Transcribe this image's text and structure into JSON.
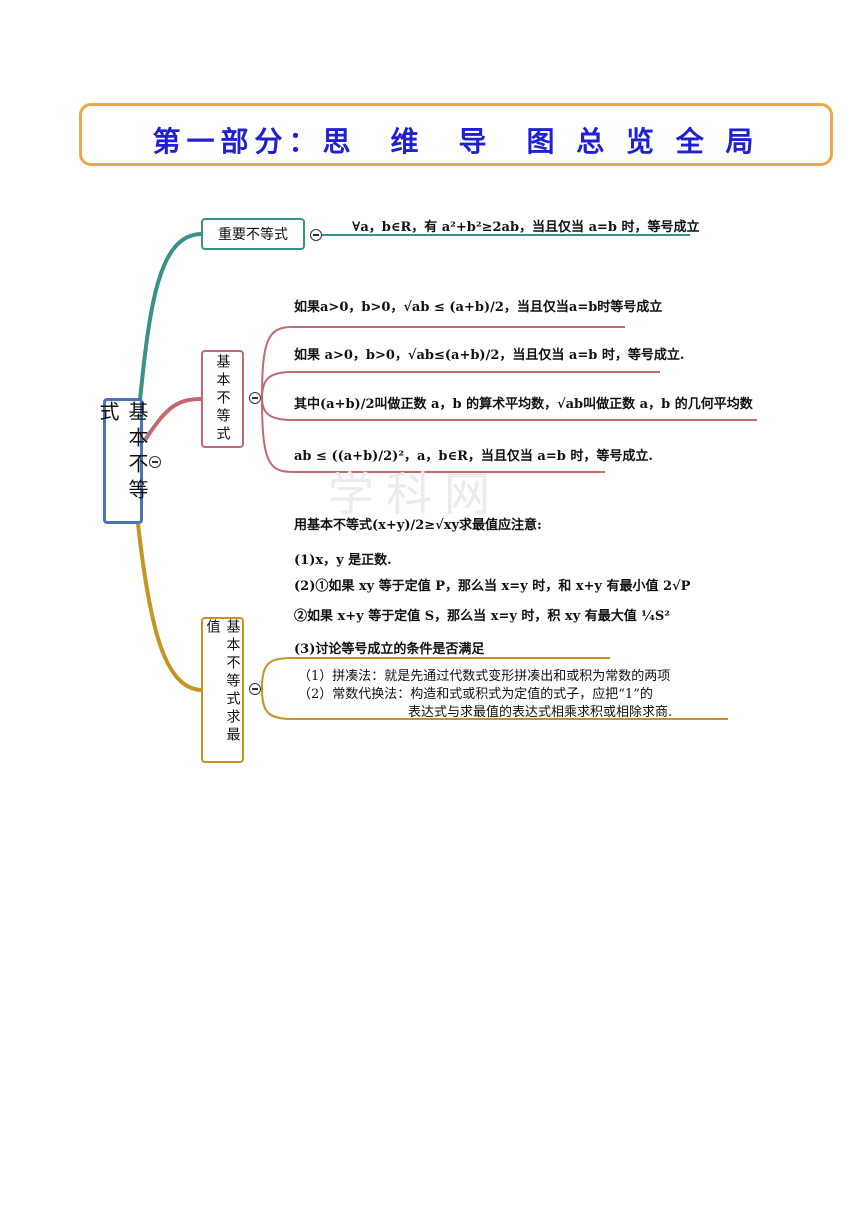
{
  "title": "第一部分：思　维　导　图 总 览 全 局",
  "watermark": "学科网",
  "root": {
    "label": "基本不等式"
  },
  "branches": [
    {
      "label": "重要不等式",
      "color": "#3a9188",
      "items": [
        "∀a，b∈R，有 a²+b²≥2ab，当且仅当 a=b 时，等号成立"
      ]
    },
    {
      "label": "基本不等式",
      "color": "#c66872",
      "items": [
        "如果a>0，b>0，√ab ≤ (a+b)/2，当且仅当a=b时等号成立",
        "如果 a>0，b>0，√ab≤(a+b)/2，当且仅当 a=b 时，等号成立.",
        "其中(a+b)/2叫做正数 a，b 的算术平均数，√ab叫做正数 a，b 的几何平均数",
        "ab ≤ ((a+b)/2)²，a，b∈R，当且仅当 a=b 时，等号成立."
      ]
    },
    {
      "label": "基本不等式求最值",
      "color": "#c59521",
      "items": [
        "用基本不等式(x+y)/2≥√xy求最值应注意:",
        "(1)x，y 是正数.",
        "(2)①如果 xy 等于定值 P，那么当 x=y 时，和 x+y 有最小值 2√P",
        "②如果 x+y 等于定值 S，那么当 x=y 时，积 xy 有最大值 ¼S²",
        "(3)讨论等号成立的条件是否满足",
        "（1）拼凑法：就是先通过代数式变形拼凑出和或积为常数的两项",
        "（2）常数代换法：构造和式或积式为定值的式子，应把“1”的",
        "表达式与求最值的表达式相乘求积或相除求商."
      ]
    }
  ]
}
